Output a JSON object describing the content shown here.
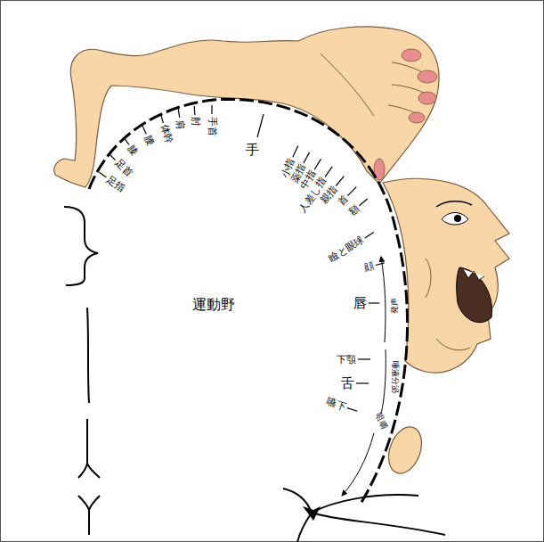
{
  "diagram": {
    "labels": [
      "足指",
      "足首",
      "膝",
      "腰",
      "体幹",
      "肩",
      "肘",
      "手首",
      "手",
      "小指",
      "薬指",
      "中指",
      "人差し指",
      "親指",
      "首",
      "額",
      "瞼と眼球",
      "顔",
      "唇",
      "下顎",
      "舌",
      "嚥下",
      "運動野",
      "発声",
      "唾液分泌",
      "咀嚼"
    ]
  }
}
